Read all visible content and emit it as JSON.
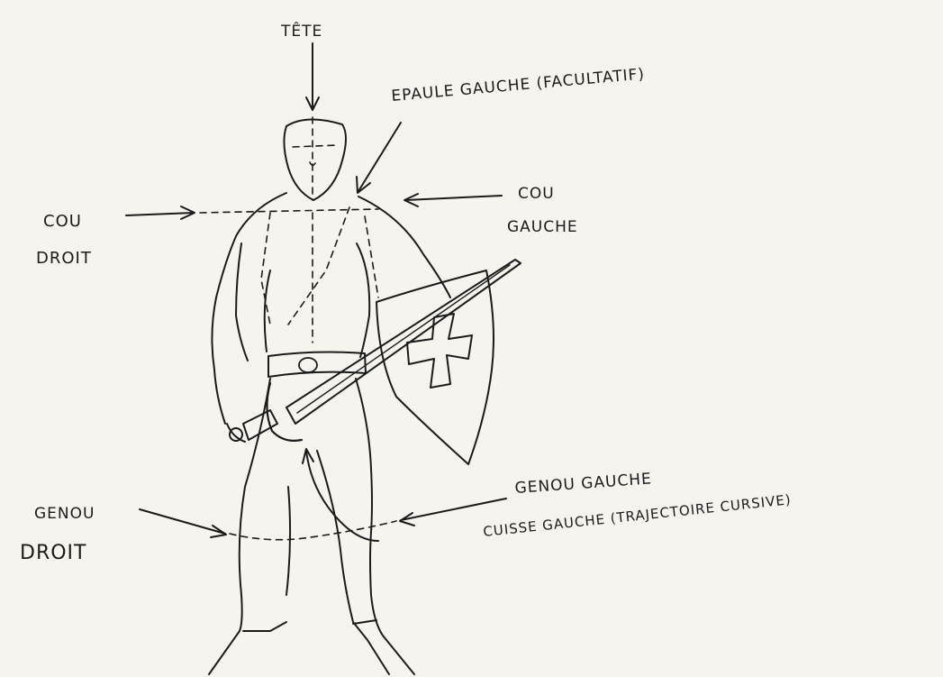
{
  "labels": {
    "head": "TÊTE",
    "left_shoulder": "EPAULE GAUCHE (FACULTATIF)",
    "left_neck_line1": "COU",
    "left_neck_line2": "GAUCHE",
    "right_neck_line1": "COU",
    "right_neck_line2": "DROIT",
    "left_knee": "GENOU GAUCHE",
    "left_thigh": "CUISSE GAUCHE (TRAJECTOIRE CURSIVE)",
    "right_knee_line1": "GENOU",
    "right_knee_line2": "DROIT"
  },
  "colors": {
    "paper": "#f6f4ee",
    "ink": "#1b1b1b"
  }
}
